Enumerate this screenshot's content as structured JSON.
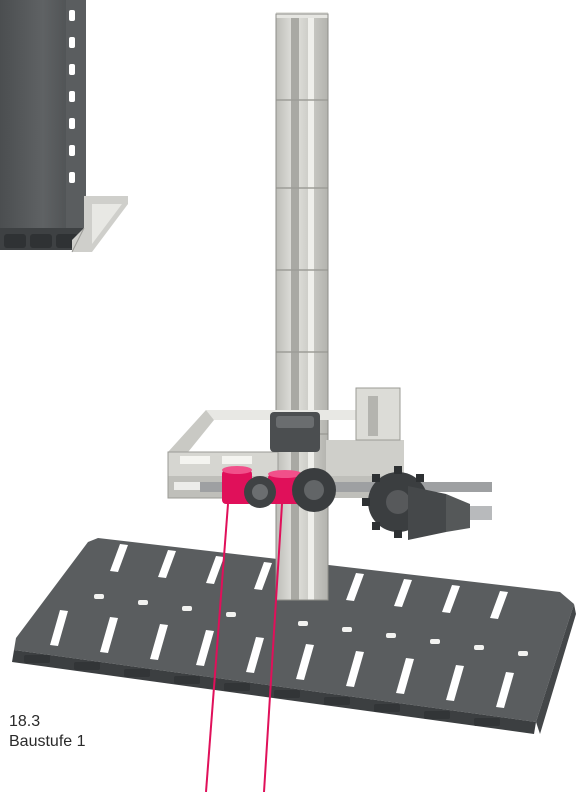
{
  "caption": {
    "figure_number": "18.3",
    "step_label": "Baustufe 1"
  },
  "colors": {
    "background": "#ffffff",
    "gray_building_block": "#56595a",
    "light_building_block": "#d4d4d0",
    "string_red": "#e0105a",
    "caption_text": "#2a2a2a"
  },
  "icons": {
    "model": "construction-model-illustration"
  }
}
